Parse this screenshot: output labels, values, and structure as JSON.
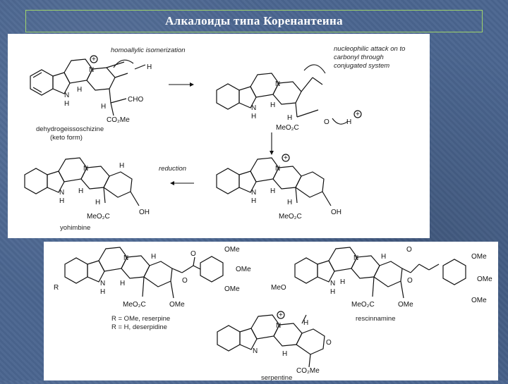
{
  "slide": {
    "title": "Алкалоиды типа Коренантеина"
  },
  "scheme_top": {
    "step1_label": "homoallylic isomerization",
    "step2_label_line1": "nucleophilic attack on to",
    "step2_label_line2": "carbonyl through",
    "step2_label_line3": "conjugated system",
    "step3_label": "reduction",
    "start_name_line1": "dehydrogeissoschizine",
    "start_name_line2": "(keto form)",
    "product_name": "yohimbine",
    "atoms": {
      "N": "N",
      "H": "H",
      "plus": "+",
      "CHO": "CHO",
      "CO2Me": "CO₂Me",
      "MeO2C": "MeO₂C",
      "O": "O",
      "OH": "OH"
    }
  },
  "scheme_bottom": {
    "reserpine_line1": "R = OMe, reserpine",
    "reserpine_line2": "R = H, deserpidine",
    "rescinnamine": "rescinnamine",
    "serpentine": "serpentine",
    "atoms": {
      "R": "R",
      "OMe": "OMe",
      "MeO": "MeO",
      "MeO2C": "MeO₂C",
      "CO2Me": "CO₂Me",
      "O": "O",
      "N": "N",
      "H": "H",
      "plus": "+"
    }
  },
  "colors": {
    "background": "#4a6590",
    "title_border": "#9fd36b",
    "title_text": "#ffffff",
    "panel": "#ffffff"
  }
}
